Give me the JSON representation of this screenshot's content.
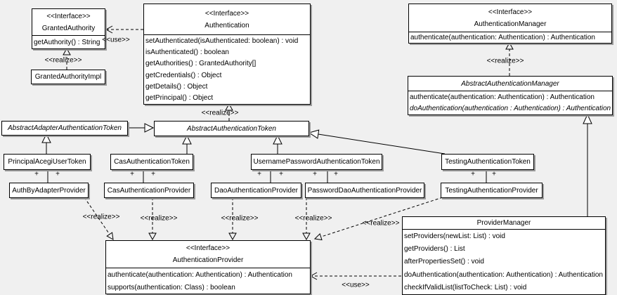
{
  "labels": {
    "realize": "<<realize>>",
    "use": "<<use>>",
    "plus": "+"
  },
  "classes": {
    "granted_authority": {
      "stereotype": "<<Interface>>",
      "name": "GrantedAuthority",
      "methods": [
        "getAuthority() : String"
      ]
    },
    "granted_authority_impl": {
      "name": "GrantedAuthorityImpl"
    },
    "authentication": {
      "stereotype": "<<Interface>>",
      "name": "Authentication",
      "methods": [
        "setAuthenticated(isAuthenticated: boolean) : void",
        "isAuthenticated() : boolean",
        "getAuthorities() : GrantedAuthority[]",
        "getCredentials() : Object",
        "getDetails() : Object",
        "getPrincipal() : Object"
      ]
    },
    "authentication_manager": {
      "stereotype": "<<Interface>>",
      "name": "AuthenticationManager",
      "methods": [
        "authenticate(authentication: Authentication) : Authentication"
      ]
    },
    "abstract_authentication_manager": {
      "name": "AbstractAuthenticationManager",
      "methods": [
        "authenticate(authentication: Authentication) : Authentication",
        "doAuthentication(authentication : Authentication) : Authentication"
      ]
    },
    "abstract_adapter_authentication_token": {
      "name": "AbstractAdapterAuthenticationToken"
    },
    "abstract_authentication_token": {
      "name": "AbstractAuthenticationToken"
    },
    "principal_acegi_user_token": {
      "name": "PrincipalAcegiUserToken"
    },
    "cas_authentication_token": {
      "name": "CasAuthenticationToken"
    },
    "username_password_authentication_token": {
      "name": "UsernamePasswordAuthenticationToken"
    },
    "testing_authentication_token": {
      "name": "TestingAuthenticationToken"
    },
    "auth_by_adapter_provider": {
      "name": "AuthByAdapterProvider"
    },
    "cas_authentication_provider": {
      "name": "CasAuthenticationProvider"
    },
    "dao_authentication_provider": {
      "name": "DaoAuthenticationProvider"
    },
    "password_dao_authentication_provider": {
      "name": "PasswordDaoAuthenticationProvider"
    },
    "testing_authentication_provider": {
      "name": "TestingAuthenticationProvider"
    },
    "authentication_provider": {
      "stereotype": "<<Interface>>",
      "name": "AuthenticationProvider",
      "methods": [
        "authenticate(authentication: Authentication) : Authentication",
        "supports(authentication: Class) : boolean"
      ]
    },
    "provider_manager": {
      "name": "ProviderManager",
      "methods": [
        "setProviders(newList: List) : void",
        "getProviders() : List",
        "afterPropertiesSet() : void",
        "doAuthentication(authentication: Authentication) : Authentication",
        "checkIfValidList(listToCheck: List) : void"
      ]
    }
  },
  "relationships": [
    {
      "from": "Authentication",
      "to": "GrantedAuthority",
      "type": "use",
      "label": "<<use>>"
    },
    {
      "from": "GrantedAuthorityImpl",
      "to": "GrantedAuthority",
      "type": "realize",
      "label": "<<realize>>"
    },
    {
      "from": "AbstractAuthenticationToken",
      "to": "Authentication",
      "type": "realize",
      "label": "<<realize>>"
    },
    {
      "from": "AbstractAuthenticationManager",
      "to": "AuthenticationManager",
      "type": "realize",
      "label": "<<realize>>"
    },
    {
      "from": "AbstractAdapterAuthenticationToken",
      "to": "AbstractAuthenticationToken",
      "type": "generalization"
    },
    {
      "from": "PrincipalAcegiUserToken",
      "to": "AbstractAdapterAuthenticationToken",
      "type": "generalization"
    },
    {
      "from": "CasAuthenticationToken",
      "to": "AbstractAuthenticationToken",
      "type": "generalization"
    },
    {
      "from": "UsernamePasswordAuthenticationToken",
      "to": "AbstractAuthenticationToken",
      "type": "generalization"
    },
    {
      "from": "TestingAuthenticationToken",
      "to": "AbstractAuthenticationToken",
      "type": "generalization"
    },
    {
      "from": "ProviderManager",
      "to": "AbstractAuthenticationManager",
      "type": "generalization"
    },
    {
      "from": "PrincipalAcegiUserToken",
      "to": "AuthByAdapterProvider",
      "type": "association",
      "end_labels": [
        "+",
        "+"
      ]
    },
    {
      "from": "CasAuthenticationToken",
      "to": "CasAuthenticationProvider",
      "type": "association",
      "end_labels": [
        "+",
        "+"
      ]
    },
    {
      "from": "UsernamePasswordAuthenticationToken",
      "to": "DaoAuthenticationProvider",
      "type": "association",
      "end_labels": [
        "+",
        "+"
      ]
    },
    {
      "from": "UsernamePasswordAuthenticationToken",
      "to": "PasswordDaoAuthenticationProvider",
      "type": "association",
      "end_labels": [
        "+",
        "+"
      ]
    },
    {
      "from": "TestingAuthenticationToken",
      "to": "TestingAuthenticationProvider",
      "type": "association",
      "end_labels": [
        "+",
        "+"
      ]
    },
    {
      "from": "AuthByAdapterProvider",
      "to": "AuthenticationProvider",
      "type": "realize",
      "label": "<<realize>>"
    },
    {
      "from": "CasAuthenticationProvider",
      "to": "AuthenticationProvider",
      "type": "realize",
      "label": "<<realize>>"
    },
    {
      "from": "DaoAuthenticationProvider",
      "to": "AuthenticationProvider",
      "type": "realize",
      "label": "<<realize>>"
    },
    {
      "from": "PasswordDaoAuthenticationProvider",
      "to": "AuthenticationProvider",
      "type": "realize",
      "label": "<<realize>>"
    },
    {
      "from": "TestingAuthenticationProvider",
      "to": "AuthenticationProvider",
      "type": "realize",
      "label": "<<realize>>"
    },
    {
      "from": "ProviderManager",
      "to": "AuthenticationProvider",
      "type": "use",
      "label": "<<use>>"
    }
  ]
}
